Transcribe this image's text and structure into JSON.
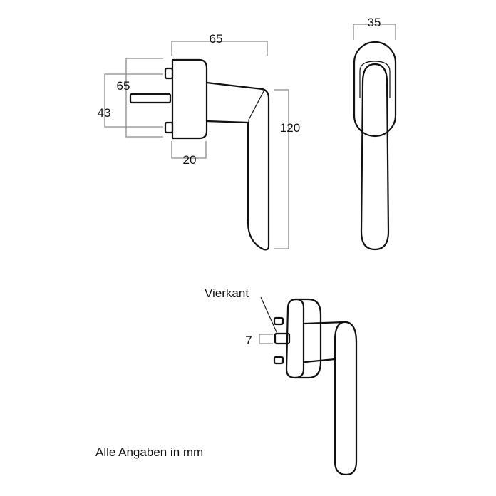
{
  "dimensions": {
    "width_top": "65",
    "rosette_height": "65",
    "spindle_offset": "43",
    "rosette_depth": "20",
    "handle_length": "120",
    "front_width": "35",
    "square_size": "7"
  },
  "labels": {
    "square": "Vierkant"
  },
  "footer": {
    "note": "Alle Angaben in mm"
  }
}
